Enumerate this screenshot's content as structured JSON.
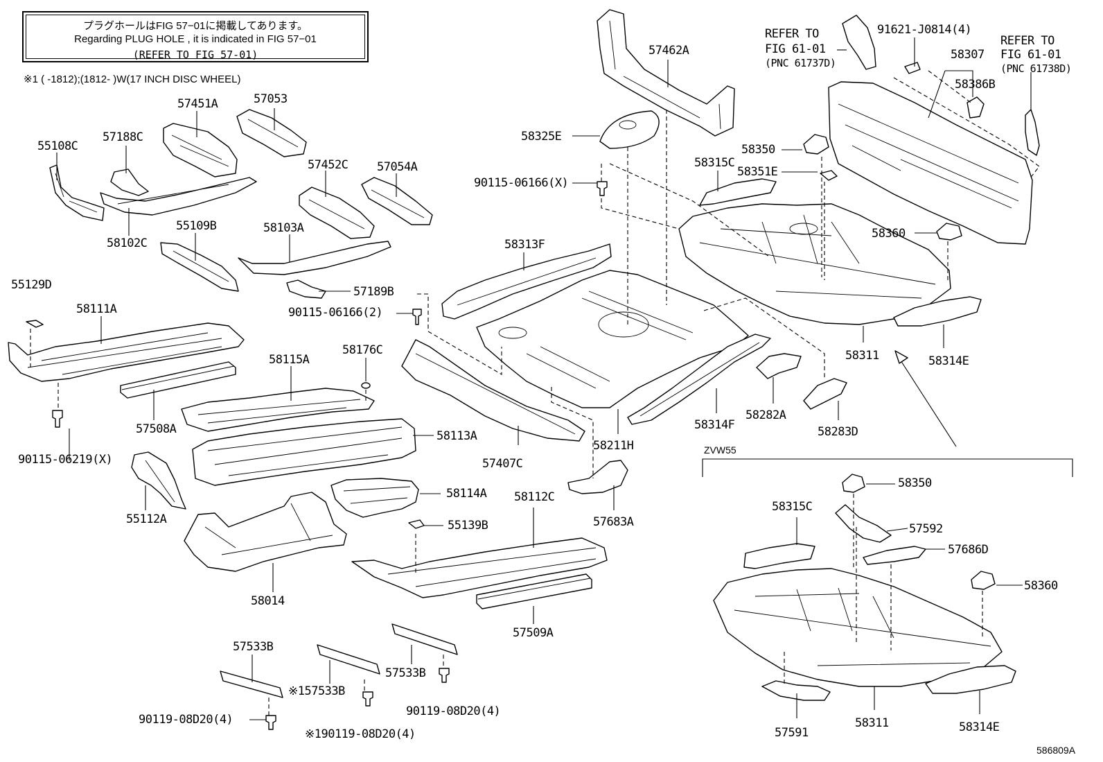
{
  "note": {
    "line_jp": "プラグホールはFIG 57−01に掲載してあります。",
    "line_en": "Regarding  PLUG  HOLE , it is indicated in FIG  57−01",
    "line_ref": "(REFER TO FIG 57-01)"
  },
  "footnote": "※1 (      -1812);(1812-       )W(17 INCH DISC WHEEL)",
  "refers": {
    "left_1": "REFER TO",
    "left_2": "FIG 61-01",
    "left_3": "(PNC 61737D)",
    "right_1": "REFER TO",
    "right_2": "FIG 61-01",
    "right_3": "(PNC 61738D)"
  },
  "variant_label": "ZVW55",
  "figure_id": "586809A",
  "parts": {
    "p57451A": "57451A",
    "p57053": "57053",
    "p55108C": "55108C",
    "p57188C": "57188C",
    "p58102C": "58102C",
    "p57452C": "57452C",
    "p57054A": "57054A",
    "p55109B": "55109B",
    "p58103A": "58103A",
    "p57189B": "57189B",
    "p90115_2": "90115-06166(2)",
    "p55129D": "55129D",
    "p58111A": "58111A",
    "p58115A": "58115A",
    "p58176C": "58176C",
    "p57508A": "57508A",
    "p90115_06219": "90115-06219(X)",
    "p58113A": "58113A",
    "p55112A": "55112A",
    "p58114A": "58114A",
    "p58014": "58014",
    "p55139B": "55139B",
    "p58112C": "58112C",
    "p57509A": "57509A",
    "p57533B_a": "57533B",
    "p57533B_b": "※157533B",
    "p57533B_c": "57533B",
    "p90119_4a": "90119-08D20(4)",
    "p90119_4b": "90119-08D20(4)",
    "p90119_4c": "※190119-08D20(4)",
    "p57462A": "57462A",
    "p58325E": "58325E",
    "p90115_x": "90115-06166(X)",
    "p58313F": "58313F",
    "p57407C": "57407C",
    "p58211H": "58211H",
    "p57683A": "57683A",
    "p58314F": "58314F",
    "p58282A": "58282A",
    "p58283D": "58283D",
    "p91621": "91621-J0814(4)",
    "p58307": "58307",
    "p58386B": "58386B",
    "p58350": "58350",
    "p58351E": "58351E",
    "p58315C": "58315C",
    "p58360": "58360",
    "p58311": "58311",
    "p58314E": "58314E",
    "z58350": "58350",
    "z58315C": "58315C",
    "z57592": "57592",
    "z57686D": "57686D",
    "z58360": "58360",
    "z57591": "57591",
    "z58311": "58311",
    "z58314E": "58314E"
  }
}
